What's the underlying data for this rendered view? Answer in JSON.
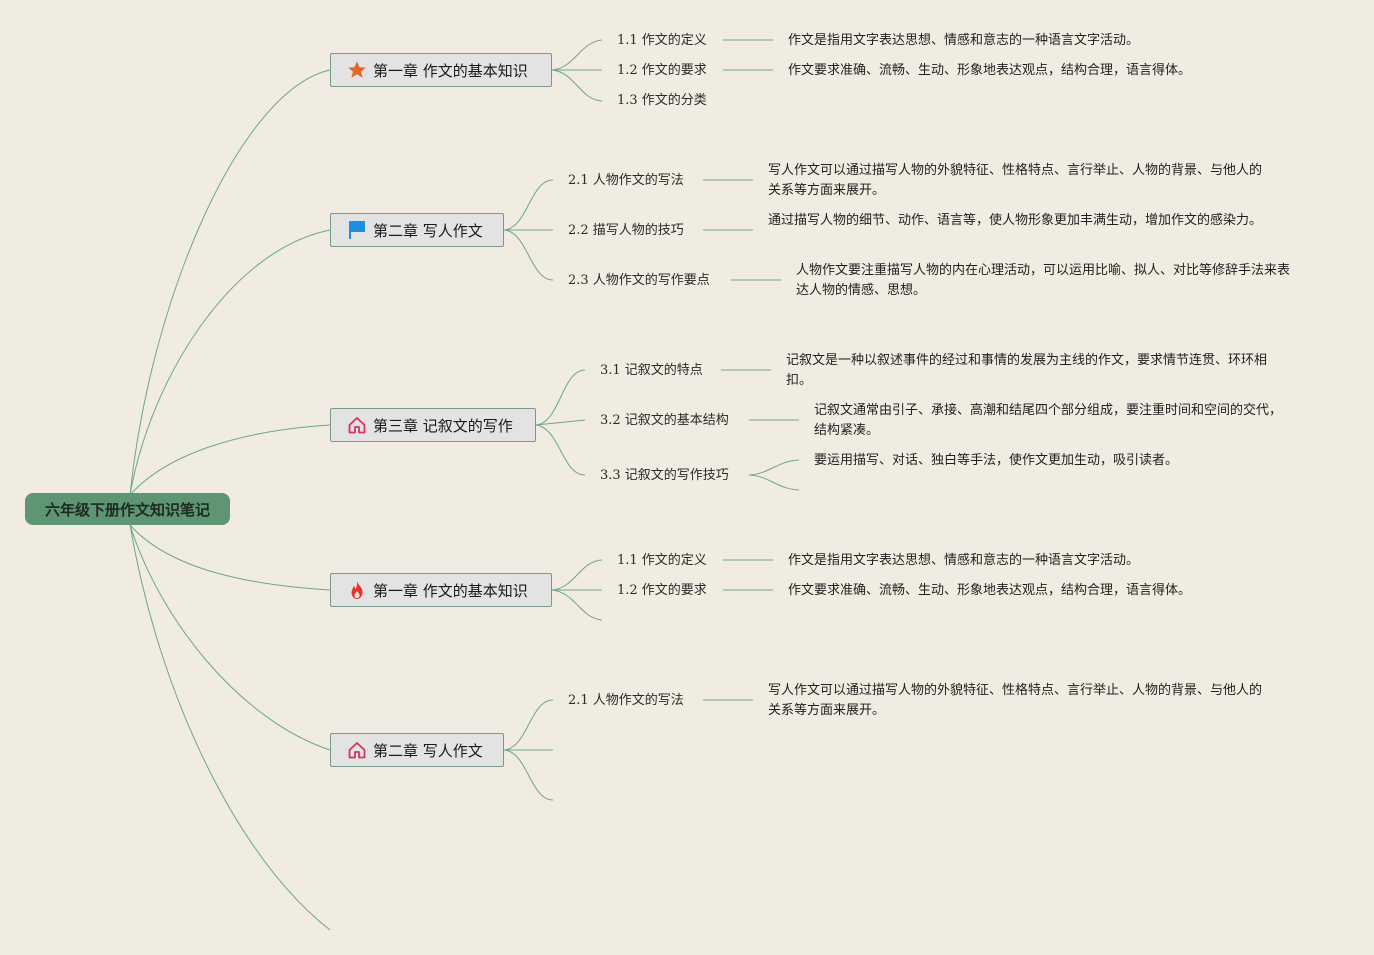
{
  "root": {
    "title": "六年级下册作文知识笔记"
  },
  "chapters": [
    {
      "title": "第一章 作文的基本知识",
      "icon": "star-icon",
      "sections": [
        {
          "label": "1.1 作文的定义",
          "desc": "作文是指用文字表达思想、情感和意志的一种语言文字活动。"
        },
        {
          "label": "1.2 作文的要求",
          "desc": "作文要求准确、流畅、生动、形象地表达观点，结构合理，语言得体。"
        },
        {
          "label": "1.3 作文的分类",
          "desc": ""
        }
      ]
    },
    {
      "title": "第二章 写人作文",
      "icon": "flag-icon",
      "sections": [
        {
          "label": "2.1 人物作文的写法",
          "desc": "写人作文可以通过描写人物的外貌特征、性格特点、言行举止、人物的背景、与他人的关系等方面来展开。"
        },
        {
          "label": "2.2 描写人物的技巧",
          "desc": "通过描写人物的细节、动作、语言等，使人物形象更加丰满生动，增加作文的感染力。"
        },
        {
          "label": "2.3 人物作文的写作要点",
          "desc": "人物作文要注重描写人物的内在心理活动，可以运用比喻、拟人、对比等修辞手法来表达人物的情感、思想。"
        }
      ]
    },
    {
      "title": "第三章 记叙文的写作",
      "icon": "home-icon",
      "sections": [
        {
          "label": "3.1 记叙文的特点",
          "desc": "记叙文是一种以叙述事件的经过和事情的发展为主线的作文，要求情节连贯、环环相扣。"
        },
        {
          "label": "3.2 记叙文的基本结构",
          "desc": "记叙文通常由引子、承接、高潮和结尾四个部分组成，要注重时间和空间的交代，结构紧凑。"
        },
        {
          "label": "3.3 记叙文的写作技巧",
          "desc": "要运用描写、对话、独白等手法，使作文更加生动，吸引读者。"
        }
      ]
    },
    {
      "title": "第一章 作文的基本知识",
      "icon": "fire-icon",
      "sections": [
        {
          "label": "1.1 作文的定义",
          "desc": "作文是指用文字表达思想、情感和意志的一种语言文字活动。"
        },
        {
          "label": "1.2 作文的要求",
          "desc": "作文要求准确、流畅、生动、形象地表达观点，结构合理，语言得体。"
        }
      ]
    },
    {
      "title": "第二章 写人作文",
      "icon": "home-icon",
      "sections": [
        {
          "label": "2.1 人物作文的写法",
          "desc": "写人作文可以通过描写人物的外貌特征、性格特点、言行举止、人物的背景、与他人的关系等方面来展开。"
        }
      ]
    }
  ],
  "colors": {
    "line": "#6fa58a",
    "root": "#5e9674",
    "star": "#e8642a",
    "flag": "#1e8fe0",
    "home": "#d9335a",
    "fire": "#e8332a"
  }
}
